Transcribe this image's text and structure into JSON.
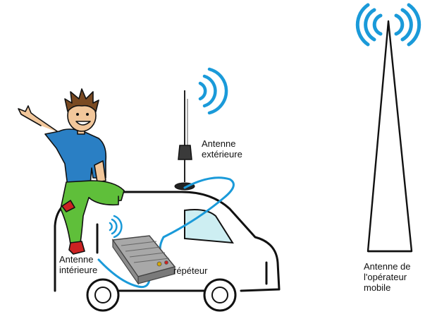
{
  "labels": {
    "exterior_antenna": {
      "line1": "Antenne",
      "line2": "extérieure"
    },
    "interior_antenna": {
      "line1": "Antenne",
      "line2": "intérieure"
    },
    "repeater": "répéteur",
    "operator_antenna": {
      "line1": "Antenne de",
      "line2": "l'opérateur",
      "line3": "mobile"
    }
  },
  "colors": {
    "signal": "#1a9ad9",
    "cable": "#1a9ad9",
    "van_outline": "#111111",
    "shirt": "#2a7fc4",
    "pants": "#5fbf3a",
    "skin": "#f2c79b",
    "hair": "#7a4a22",
    "shoes": "#cc2222",
    "repeater_body": "#9a9a9a",
    "window": "#cdeef2"
  },
  "icons": [
    "signal-waves-icon",
    "person-illustration",
    "van-illustration",
    "repeater-device-icon",
    "cell-tower-icon"
  ]
}
